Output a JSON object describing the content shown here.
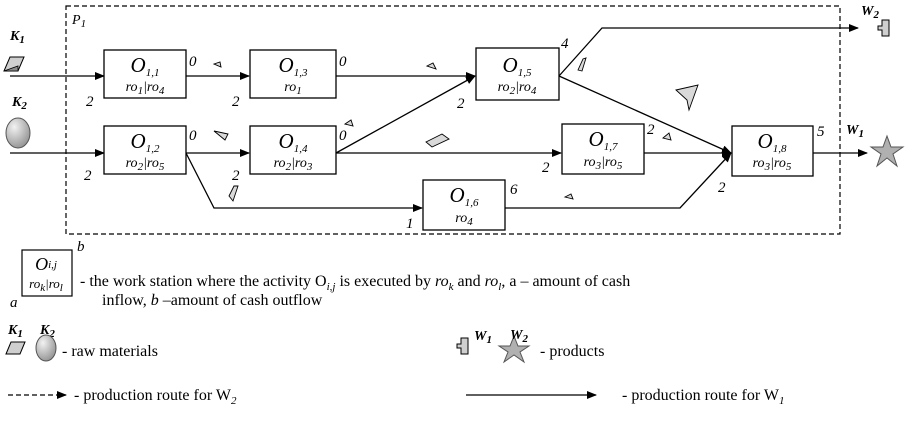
{
  "stations": [
    {
      "i": "1",
      "j": "1",
      "ra": "1",
      "rb": "4",
      "inflow": "2",
      "outflow": "0"
    },
    {
      "i": "1",
      "j": "2",
      "ra": "2",
      "rb": "5",
      "inflow": "2",
      "outflow": "0"
    },
    {
      "i": "1",
      "j": "3",
      "r": "1",
      "inflow": "2",
      "outflow": "0"
    },
    {
      "i": "1",
      "j": "4",
      "ra": "2",
      "rb": "3",
      "inflow": "2",
      "outflow": "0"
    },
    {
      "i": "1",
      "j": "5",
      "ra": "2",
      "rb": "4",
      "inflow": "2",
      "outflow": "4"
    },
    {
      "i": "1",
      "j": "6",
      "r": "4",
      "inflow": "1",
      "outflow": "6"
    },
    {
      "i": "1",
      "j": "7",
      "ra": "3",
      "rb": "5",
      "inflow": "2",
      "outflow": "2"
    },
    {
      "i": "1",
      "j": "8",
      "ra": "3",
      "rb": "5",
      "inflow": "2",
      "outflow": "5"
    }
  ],
  "symbols": {
    "O": "O",
    "ro": "ro",
    "sep": "|",
    "region_label": "P",
    "region_sub": "1",
    "k_letter": "K",
    "w_letter": "W",
    "k1_sub": "1",
    "k2_sub": "2",
    "w1_sub": "1",
    "w2_sub": "2"
  },
  "legend": {
    "station_i": "i",
    "station_j": "j",
    "station_ra": "k",
    "station_rb": "l",
    "station_a": "a",
    "station_b": "b",
    "station_desc_line1": "- the work station where the activity O",
    "station_desc_sub": "i,j",
    "station_desc_line1b": " is executed by ",
    "station_desc_ro1": "ro",
    "station_desc_ro1sub": "k",
    "station_desc_and": " and ",
    "station_desc_ro2": "ro",
    "station_desc_ro2sub": "l",
    "station_desc_line1c": ", a – amount of cash",
    "station_desc_line2a": "inflow, ",
    "station_desc_line2b": "b",
    "station_desc_line2c": " –amount of cash outflow",
    "raw_materials": "- raw materials",
    "products": "- products",
    "route_w2": "- production route for W",
    "route_w2_sub": "2",
    "route_w1": "- production route  for W",
    "route_w1_sub": "1"
  },
  "colors": {
    "line": "#000000",
    "fill": "#ffffff",
    "shape_fill": "#d9d9d9",
    "ball_light": "#f2f2f2",
    "ball_dark": "#8c8c8c",
    "star_fill": "#b0b0b0"
  }
}
